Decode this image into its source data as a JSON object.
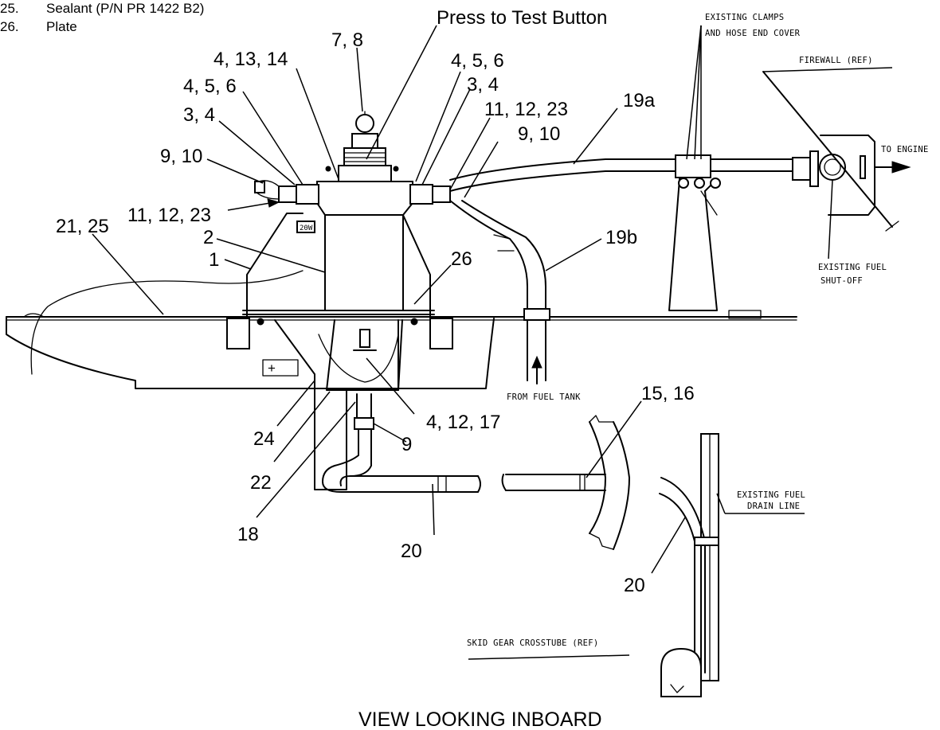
{
  "legend": {
    "items": [
      {
        "num": "25.",
        "text": "Sealant (P/N PR 1422 B2)"
      },
      {
        "num": "26.",
        "text": "Plate"
      }
    ]
  },
  "callouts": {
    "press_to_test": "Press to Test Button",
    "c_7_8": "7, 8",
    "c_4_13_14": "4, 13, 14",
    "c_4_5_6_left": "4, 5, 6",
    "c_4_5_6_right": "4, 5, 6",
    "c_3_4_left": "3, 4",
    "c_3_4_right": "3, 4",
    "c_9_10_left": "9, 10",
    "c_9_10_right": "9, 10",
    "c_11_12_23_left": "11, 12, 23",
    "c_11_12_23_right": "11, 12, 23",
    "c_19a": "19a",
    "c_19b": "19b",
    "c_21_25": "21, 25",
    "c_2": "2",
    "c_1": "1",
    "c_26": "26",
    "c_24": "24",
    "c_22": "22",
    "c_18": "18",
    "c_4_12_17": "4, 12, 17",
    "c_9": "9",
    "c_15_16": "15, 16",
    "c_20_a": "20",
    "c_20_b": "20"
  },
  "notes": {
    "existing_clamps_1": "EXISTING CLAMPS",
    "existing_clamps_2": "AND HOSE END COVER",
    "firewall": "FIREWALL (REF)",
    "to_engine": "TO ENGINE",
    "fuel_shutoff_1": "EXISTING FUEL",
    "fuel_shutoff_2": "SHUT-OFF",
    "from_fuel_tank": "FROM FUEL TANK",
    "drain_line_1": "EXISTING FUEL",
    "drain_line_2": "DRAIN LINE",
    "skid_gear": "SKID GEAR CROSSTUBE (REF)"
  },
  "decals": {
    "amp": "20W",
    "plus": "+"
  },
  "caption": "VIEW LOOKING INBOARD"
}
